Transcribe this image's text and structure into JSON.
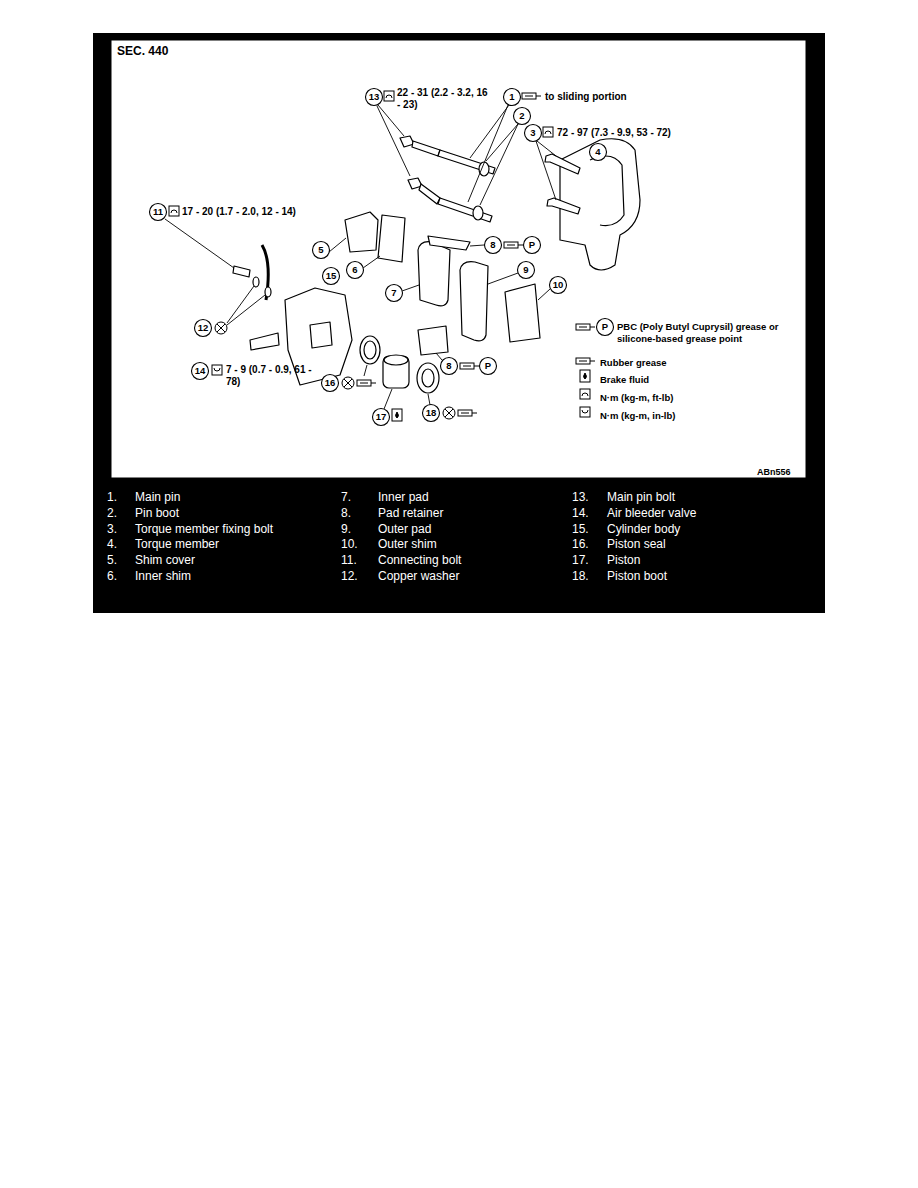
{
  "diagram": {
    "title": "SEC. 440",
    "labels": [
      "13",
      "22 - 31 (2.2 - 3.2, 16 - 23)",
      "1",
      "to sliding portion",
      "2",
      "3",
      "72 - 97 (7.3 - 9.9, 53 - 72)",
      "4",
      "11",
      "17 - 20 (1.7 - 2.0, 12 - 14)",
      "5",
      "6",
      "8",
      "P",
      "7",
      "9",
      "10",
      "15",
      "12",
      "14",
      "7 - 9 (0.7 - 0.9, 61 - 78)",
      "16",
      "17",
      "18",
      "8",
      "P",
      "ABn556",
      "P",
      "1.",
      "Main pin",
      "2.",
      "Pin boot",
      "3.",
      "Torque member fixing bolt",
      "4.",
      "Torque member",
      "5.",
      "Shim cover",
      "6.",
      "Inner shim",
      "7.",
      "Inner pad",
      "8.",
      "Pad retainer",
      "9.",
      "Outer pad",
      "10.",
      "Outer shim",
      "11.",
      "Connecting bolt",
      "12.",
      "Copper washer",
      "13.",
      "Main pin bolt",
      "14.",
      "Air bleeder valve",
      "15.",
      "Cylinder body",
      "16.",
      "Piston seal",
      "17.",
      "Piston",
      "18.",
      "Piston boot"
    ],
    "legend": [
      {
        "text": "PBC (Poly Butyl Cuprysil) grease or silicone-based grease point"
      },
      {
        "text": "Rubber grease"
      },
      {
        "text": "Brake fluid"
      },
      {
        "text": "N·m (kg-m, ft-lb)"
      },
      {
        "text": "N·m (kg-m, in-lb)"
      }
    ]
  }
}
